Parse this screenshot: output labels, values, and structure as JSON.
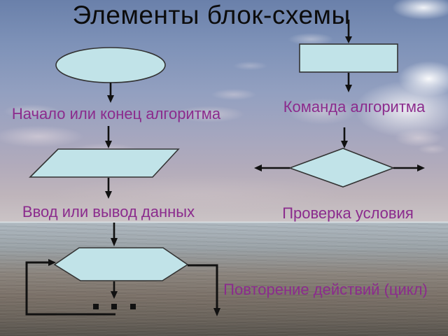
{
  "slide": {
    "title": "Элементы блок-схемы",
    "labels": {
      "terminator": "Начало или конец алгоритма",
      "command": "Команда алгоритма",
      "io": "Ввод или вывод данных",
      "condition": "Проверка условия",
      "loop": "Повторение действий (цикл)",
      "ellipsis": "..."
    },
    "shapes": [
      {
        "name": "terminator-ellipse",
        "meaning": "Начало или конец алгоритма"
      },
      {
        "name": "process-rectangle",
        "meaning": "Команда алгоритма"
      },
      {
        "name": "io-parallelogram",
        "meaning": "Ввод или вывод данных"
      },
      {
        "name": "decision-diamond",
        "meaning": "Проверка условия"
      },
      {
        "name": "loop-hexagon",
        "meaning": "Повторение действий (цикл)"
      }
    ],
    "colors": {
      "shape_fill": "#c1e3e8",
      "shape_border": "#333333",
      "label_text": "#8b2b8d",
      "title_text": "#0c0c0c",
      "line": "#111111"
    }
  }
}
